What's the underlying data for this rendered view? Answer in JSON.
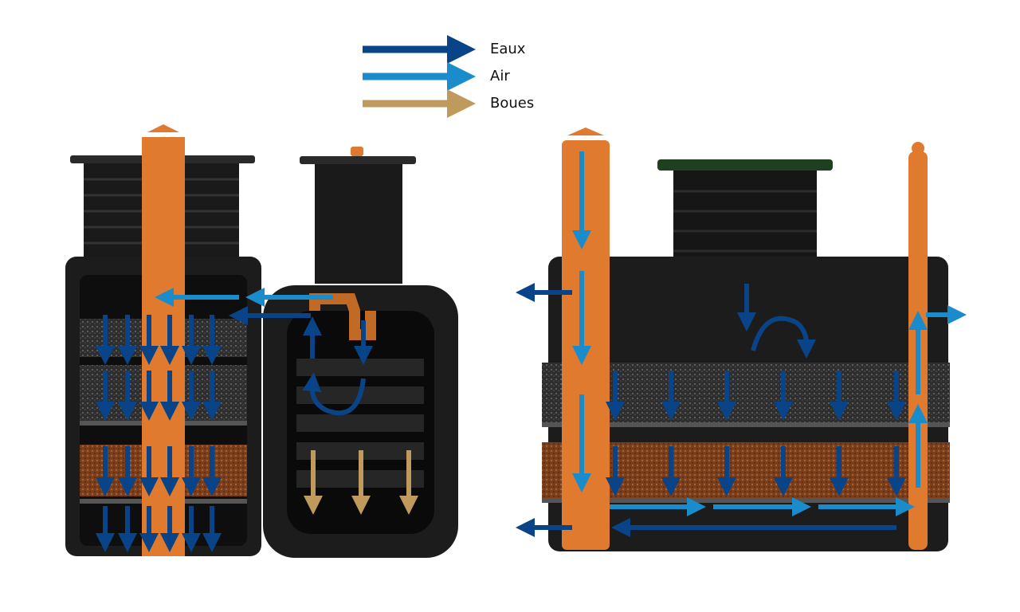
{
  "legend": [
    {
      "label": "Eaux",
      "color": "#0a4488"
    },
    {
      "label": "Air",
      "color": "#1a8ccc"
    },
    {
      "label": "Boues",
      "color": "#c09a5c"
    }
  ],
  "colors": {
    "pipe": "#e07a2e",
    "tank": "#1c1c1c",
    "media_dark": "#3a3a3a",
    "media_brown": "#8a4a22"
  }
}
